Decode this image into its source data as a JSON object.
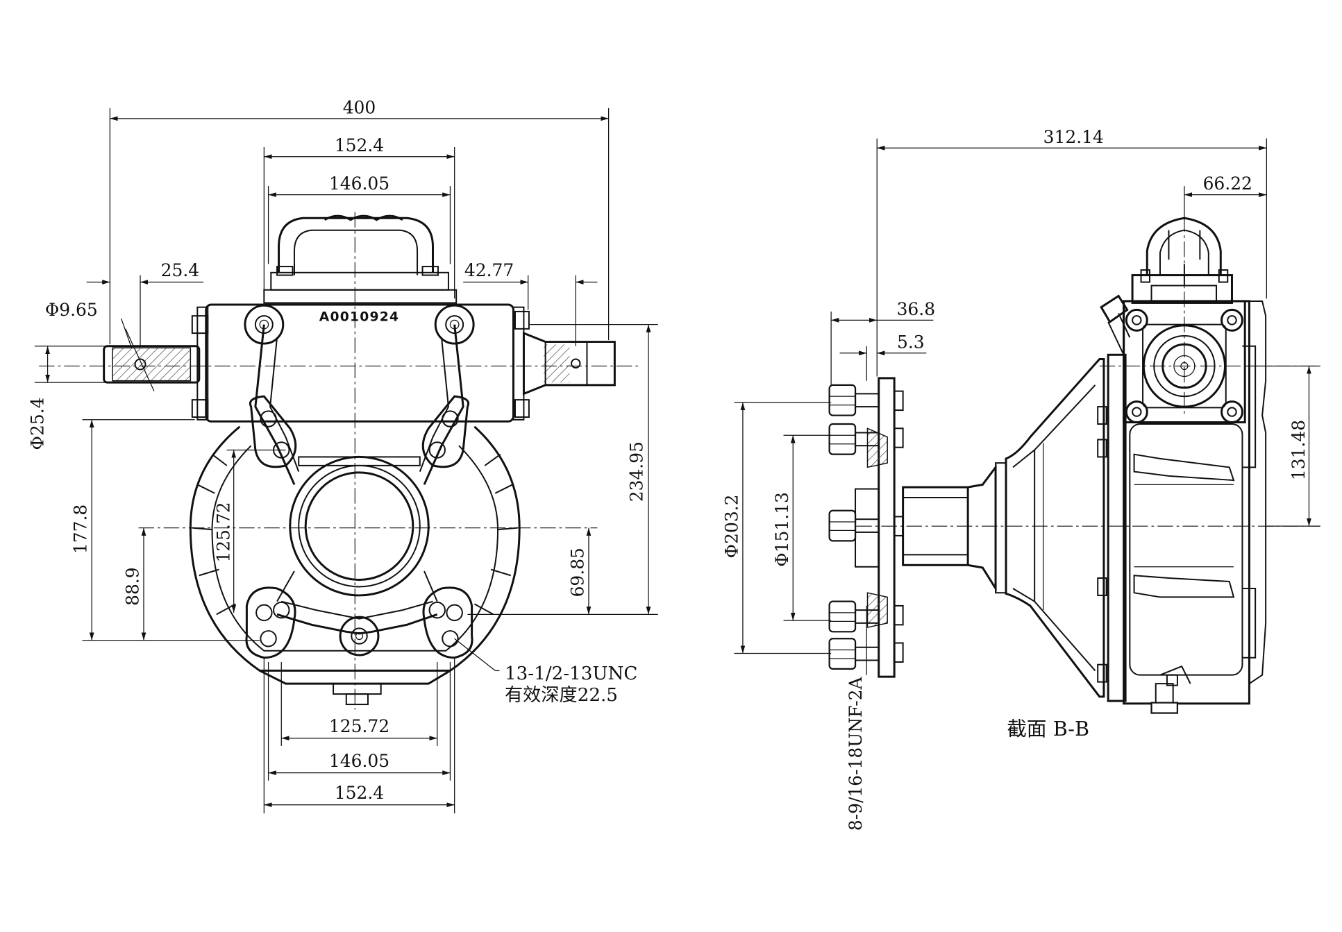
{
  "front_view": {
    "dims": {
      "overall_width": "400",
      "mount_width_top": "152.4",
      "inner_width_top": "146.05",
      "shaft_length_left": "25.4",
      "shaft_offset_right": "42.77",
      "left_shaft_dia_small": "Φ9.65",
      "left_shaft_dia": "Φ25.4",
      "height_total": "234.95",
      "height_177": "177.8",
      "height_88": "88.9",
      "bolt_spacing_vert": "125.72",
      "height_69": "69.85",
      "bottom_spacing_1": "125.72",
      "bottom_spacing_2": "146.05",
      "bottom_width": "152.4"
    },
    "serial": "A0010924",
    "thread_note_line1": "13-1/2-13UNC",
    "thread_note_line2": "有效深度22.5"
  },
  "side_view": {
    "dims": {
      "overall_length": "312.14",
      "top_offset": "66.22",
      "flange_offset": "36.8",
      "flange_thickness": "5.3",
      "flange_dia": "Φ203.2",
      "bolt_circle": "Φ151.13",
      "height_131": "131.48"
    },
    "bolt_note": "8-9/16-18UNF-2A",
    "section_label": "截面 B-B"
  }
}
